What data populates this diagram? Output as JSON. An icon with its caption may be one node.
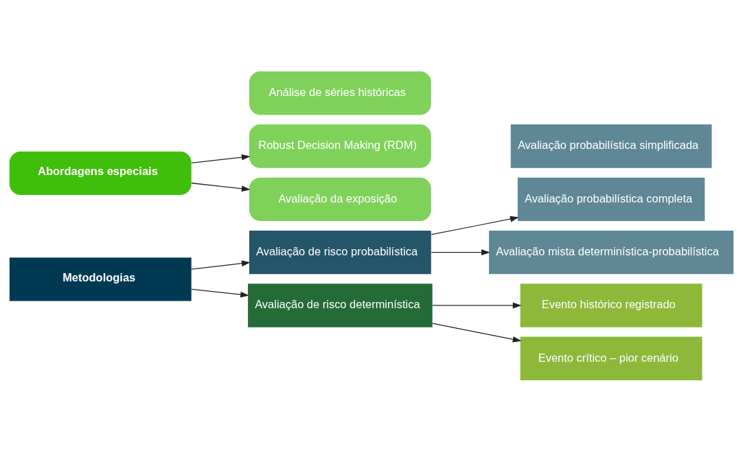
{
  "diagram": {
    "nodes": [
      {
        "text": [
          "Metodologias"
        ]
      },
      {
        "text": [
          "Avaliação de risco probabilística"
        ]
      },
      {
        "text": [
          "Avaliação probabilística completa"
        ]
      },
      {
        "text": [
          "Avaliação probabilística simplificada"
        ]
      },
      {
        "text": [
          "Avaliação mista determinística-probabilística"
        ]
      },
      {
        "text": [
          "Avaliação de risco determinística"
        ]
      },
      {
        "text": [
          "Evento histórico registrado"
        ]
      },
      {
        "text": [
          "Evento crítico – pior cenário"
        ]
      },
      {
        "text": [
          "Abordagens especiais"
        ]
      },
      {
        "text": [
          "Robust Decision Making (RDM)"
        ]
      },
      {
        "text": [
          "Análise de séries históricas"
        ]
      },
      {
        "text": [
          "Avaliação da exposição"
        ]
      }
    ],
    "edges": [
      {
        "from": 0,
        "to": 1,
        "arrow": "to"
      },
      {
        "from": 0,
        "to": 5,
        "arrow": "to"
      },
      {
        "from": 1,
        "to": 2,
        "arrow": "to"
      },
      {
        "from": 1,
        "to": 4,
        "arrow": "to"
      },
      {
        "from": 5,
        "to": 6,
        "arrow": "to"
      },
      {
        "from": 5,
        "to": 7,
        "arrow": "to"
      },
      {
        "from": 8,
        "to": 9,
        "arrow": "to"
      },
      {
        "from": 8,
        "to": 11,
        "arrow": "to"
      }
    ]
  }
}
